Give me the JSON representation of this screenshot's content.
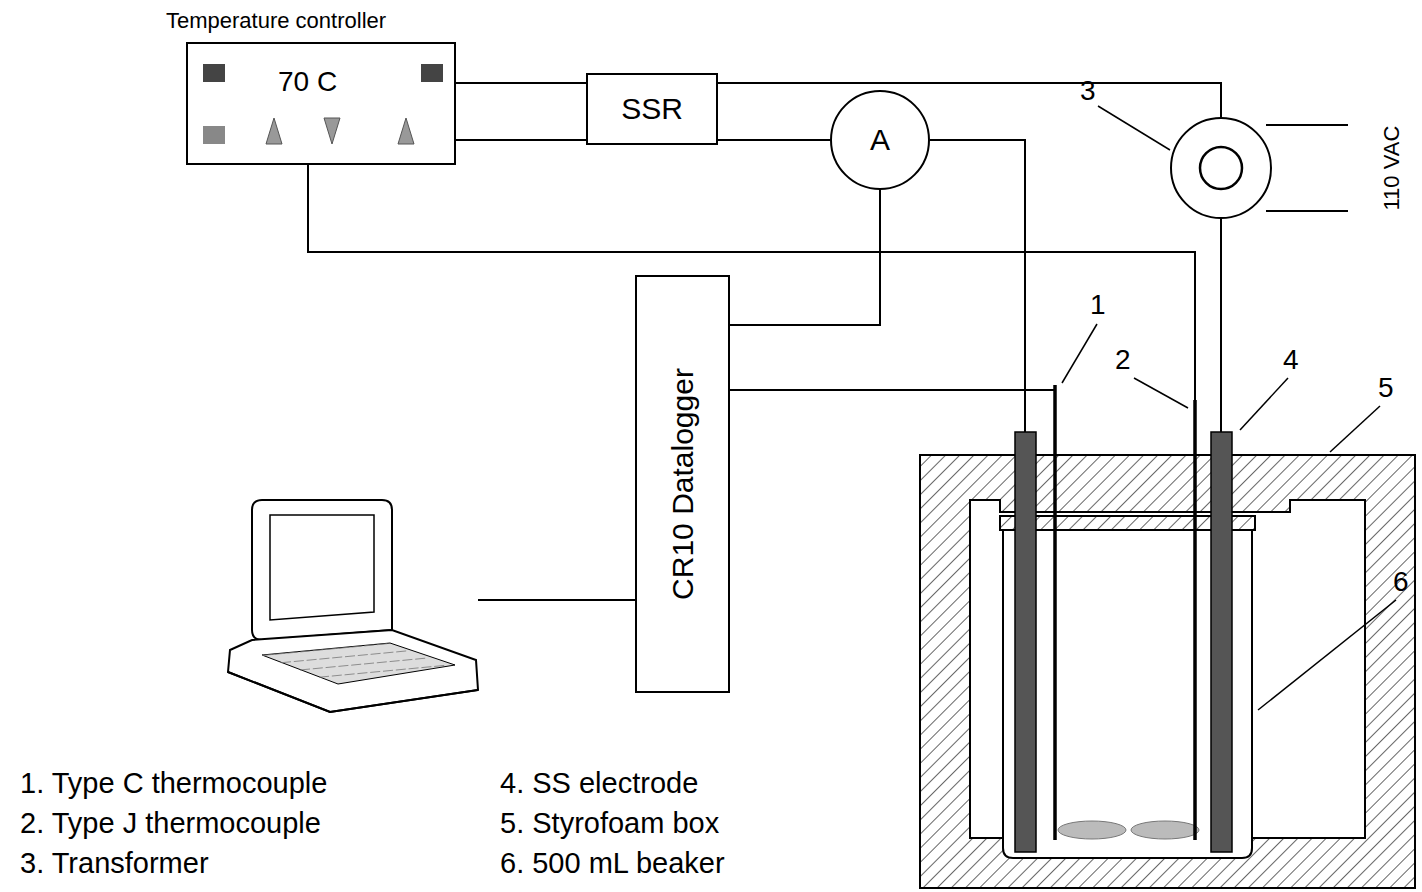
{
  "diagram": {
    "nodes": [
      {
        "text": [
          "Temperature controller",
          "70 C"
        ]
      },
      {
        "text": [
          "SSR"
        ]
      },
      {
        "text": [
          "A"
        ]
      },
      {
        "text": [
          "CR10 Datalogger"
        ]
      }
    ],
    "edges": [
      {
        "from": 0,
        "to": 1,
        "arrow": "none"
      },
      {
        "from": 0,
        "to": 1,
        "arrow": "none"
      },
      {
        "from": 1,
        "to": 2,
        "arrow": "none"
      },
      {
        "from": 2,
        "to": 3,
        "arrow": "none"
      }
    ],
    "labels": [
      "1",
      "2",
      "3",
      "4",
      "5",
      "6",
      "110 VAC",
      "1. Type C thermocouple",
      "2. Type J thermocouple",
      "3. Transformer",
      "4. SS electrode",
      "5. Styrofoam box",
      "6. 500 mL beaker"
    ]
  }
}
